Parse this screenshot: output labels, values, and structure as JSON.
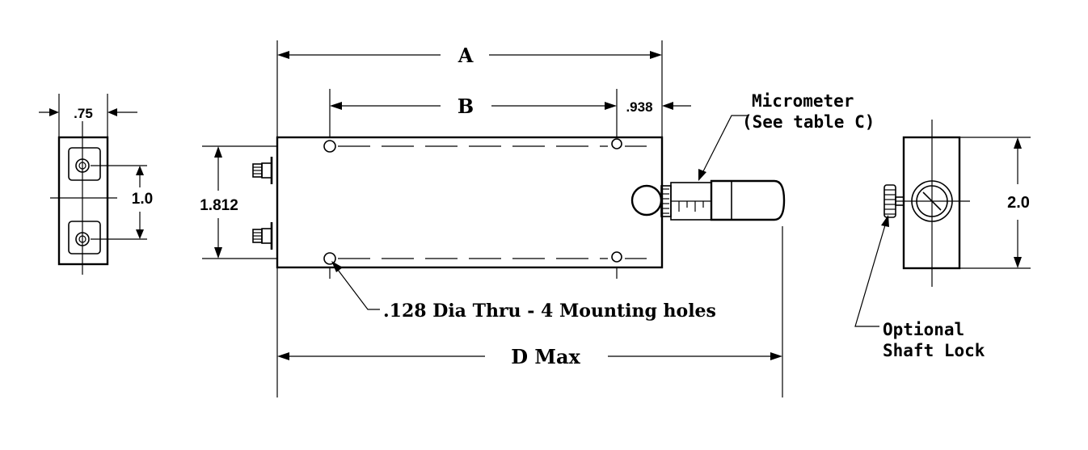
{
  "dimensions": {
    "A": "A",
    "B": "B",
    "offset": ".938",
    "width_left": ".75",
    "hole_spacing": "1.0",
    "height": "1.812",
    "side_height": "2.0",
    "D": "D Max"
  },
  "callouts": {
    "micrometer_line1": "Micrometer",
    "micrometer_line2": "(See table C)",
    "holes": ".128 Dia Thru - 4 Mounting holes",
    "shaft_lock_line1": "Optional",
    "shaft_lock_line2": "Shaft Lock"
  }
}
